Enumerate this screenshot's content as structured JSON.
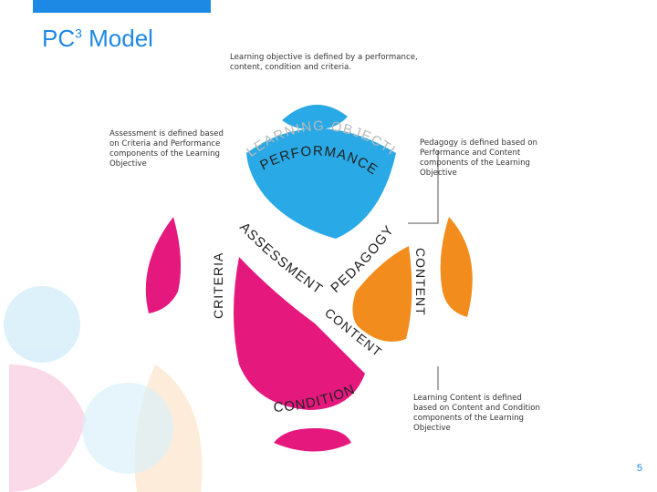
{
  "slide": {
    "title_main": "PC",
    "title_sup": "3",
    "title_rest": " Model",
    "page_number": "5"
  },
  "notes": {
    "top": "Learning objective is defined by a performance, content, condition and criteria.",
    "left": "Assessment is defined based on Criteria and Performance components of the Learning Objective",
    "right": "Pedagogy is defined based on Performance and Content components of the Learning Objective",
    "bottom": "Learning Content is defined based on Content and Condition components of the Learning Objective"
  },
  "diagram": {
    "learning_objective": "LEARNING OBJECTIVE",
    "performance": "PERFORMANCE",
    "criteria": "CRITERIA",
    "content": "CONTENT",
    "condition": "CONDITION",
    "assessment": "ASSESSMENT",
    "pedagogy": "PEDAGOGY",
    "content_inner": "CONTENT"
  },
  "colors": {
    "blue": "#29a9e6",
    "magenta": "#e5187e",
    "orange": "#f28c1c",
    "title_blue": "#1e88e5",
    "label_dark": "#222222",
    "label_light": "#b9b9b9"
  }
}
